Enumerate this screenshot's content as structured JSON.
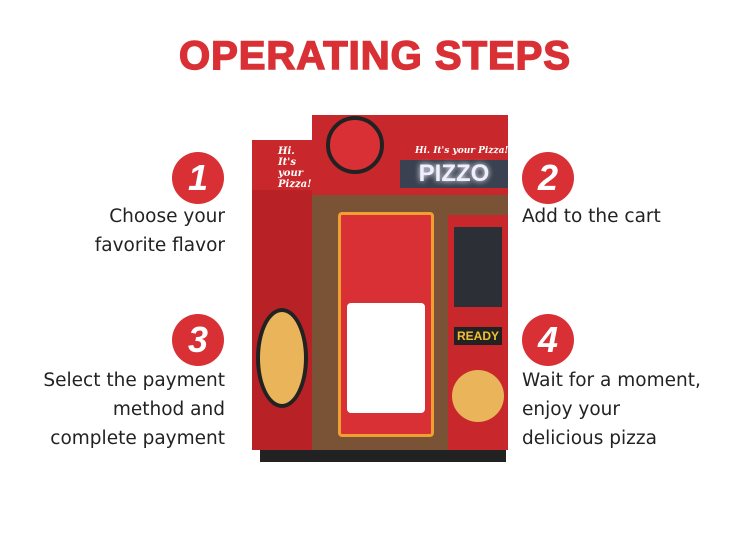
{
  "title": "OPERATING STEPS",
  "steps": [
    {
      "number": "1",
      "lines": [
        "Choose your",
        "favorite flavor"
      ]
    },
    {
      "number": "2",
      "lines": [
        "Add to the cart"
      ]
    },
    {
      "number": "3",
      "lines": [
        "Select the payment",
        "method and",
        "complete payment"
      ]
    },
    {
      "number": "4",
      "lines": [
        "Wait for a moment,",
        "enjoy your",
        "delicious pizza"
      ]
    }
  ],
  "machine": {
    "side_text": [
      "Hi.",
      "It's your",
      "Pizza!"
    ],
    "banner": "Hi. It's your Pizza!",
    "sign": "PIZZO",
    "ready": "READY"
  },
  "colors": {
    "accent": "#d93035",
    "machine_red": "#c8282c"
  }
}
